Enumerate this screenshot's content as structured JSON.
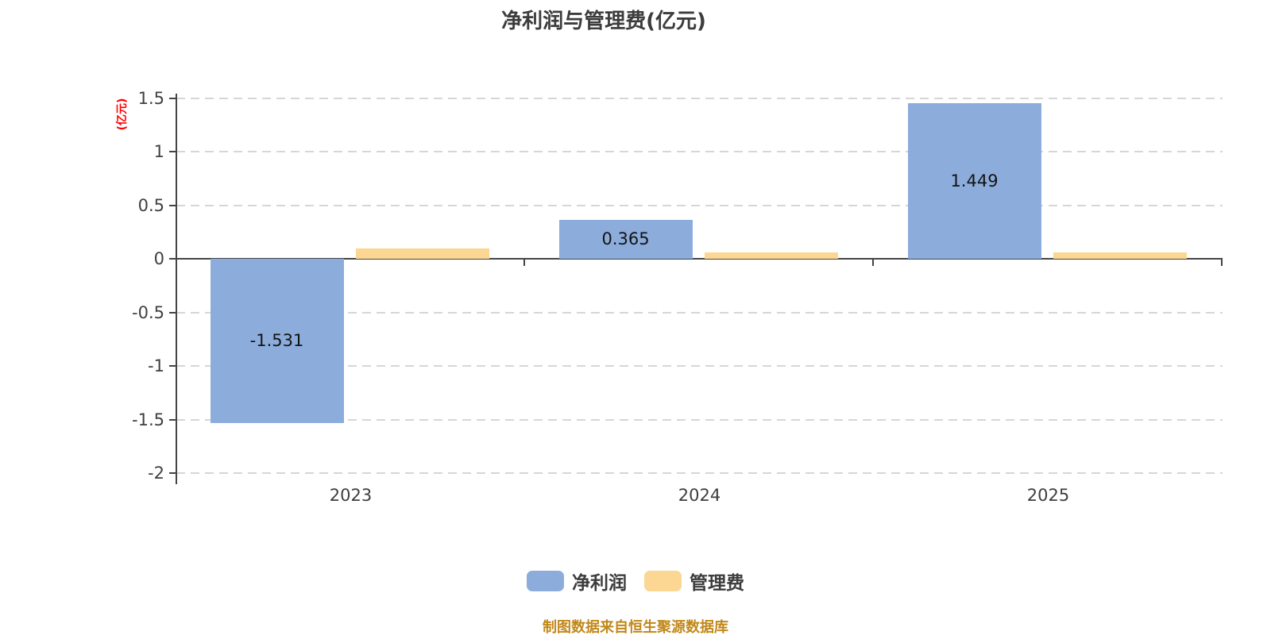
{
  "chart_data": {
    "type": "bar",
    "title": "净利润与管理费(亿元)",
    "y_axis": {
      "unit_label": "(亿元)",
      "tick_labels": [
        "1.5",
        "1",
        "0.5",
        "0",
        "-0.5",
        "-1",
        "-1.5",
        "-2"
      ],
      "tick_values": [
        1.5,
        1,
        0.5,
        0,
        -0.5,
        -1,
        -1.5,
        -2
      ],
      "range": [
        -2.1,
        1.55
      ],
      "grid": "dashed"
    },
    "categories": [
      "2023",
      "2024",
      "2025"
    ],
    "series": [
      {
        "name": "净利润",
        "key": "net-profit",
        "color": "#8caddc",
        "values": [
          -1.531,
          0.365,
          1.449
        ],
        "labels": [
          "-1.531",
          "0.365",
          "1.449"
        ]
      },
      {
        "name": "管理费",
        "key": "management-fee",
        "color": "#fcd693",
        "values": [
          0.1,
          0.06,
          0.06
        ],
        "labels": [
          "",
          "",
          ""
        ]
      }
    ],
    "legend": [
      {
        "label": "净利润",
        "color": "#8caddc"
      },
      {
        "label": "管理费",
        "color": "#fcd693"
      }
    ],
    "legend_position": "bottom",
    "source_note": "制图数据来自恒生聚源数据库",
    "colors": {
      "axis": "#444444",
      "grid": "#d6d6d6",
      "title": "#3c3c3c",
      "tick_label": "#404040",
      "value_label": "#141414",
      "unit_label": "#ff0000",
      "source_note": "#c18819"
    }
  }
}
